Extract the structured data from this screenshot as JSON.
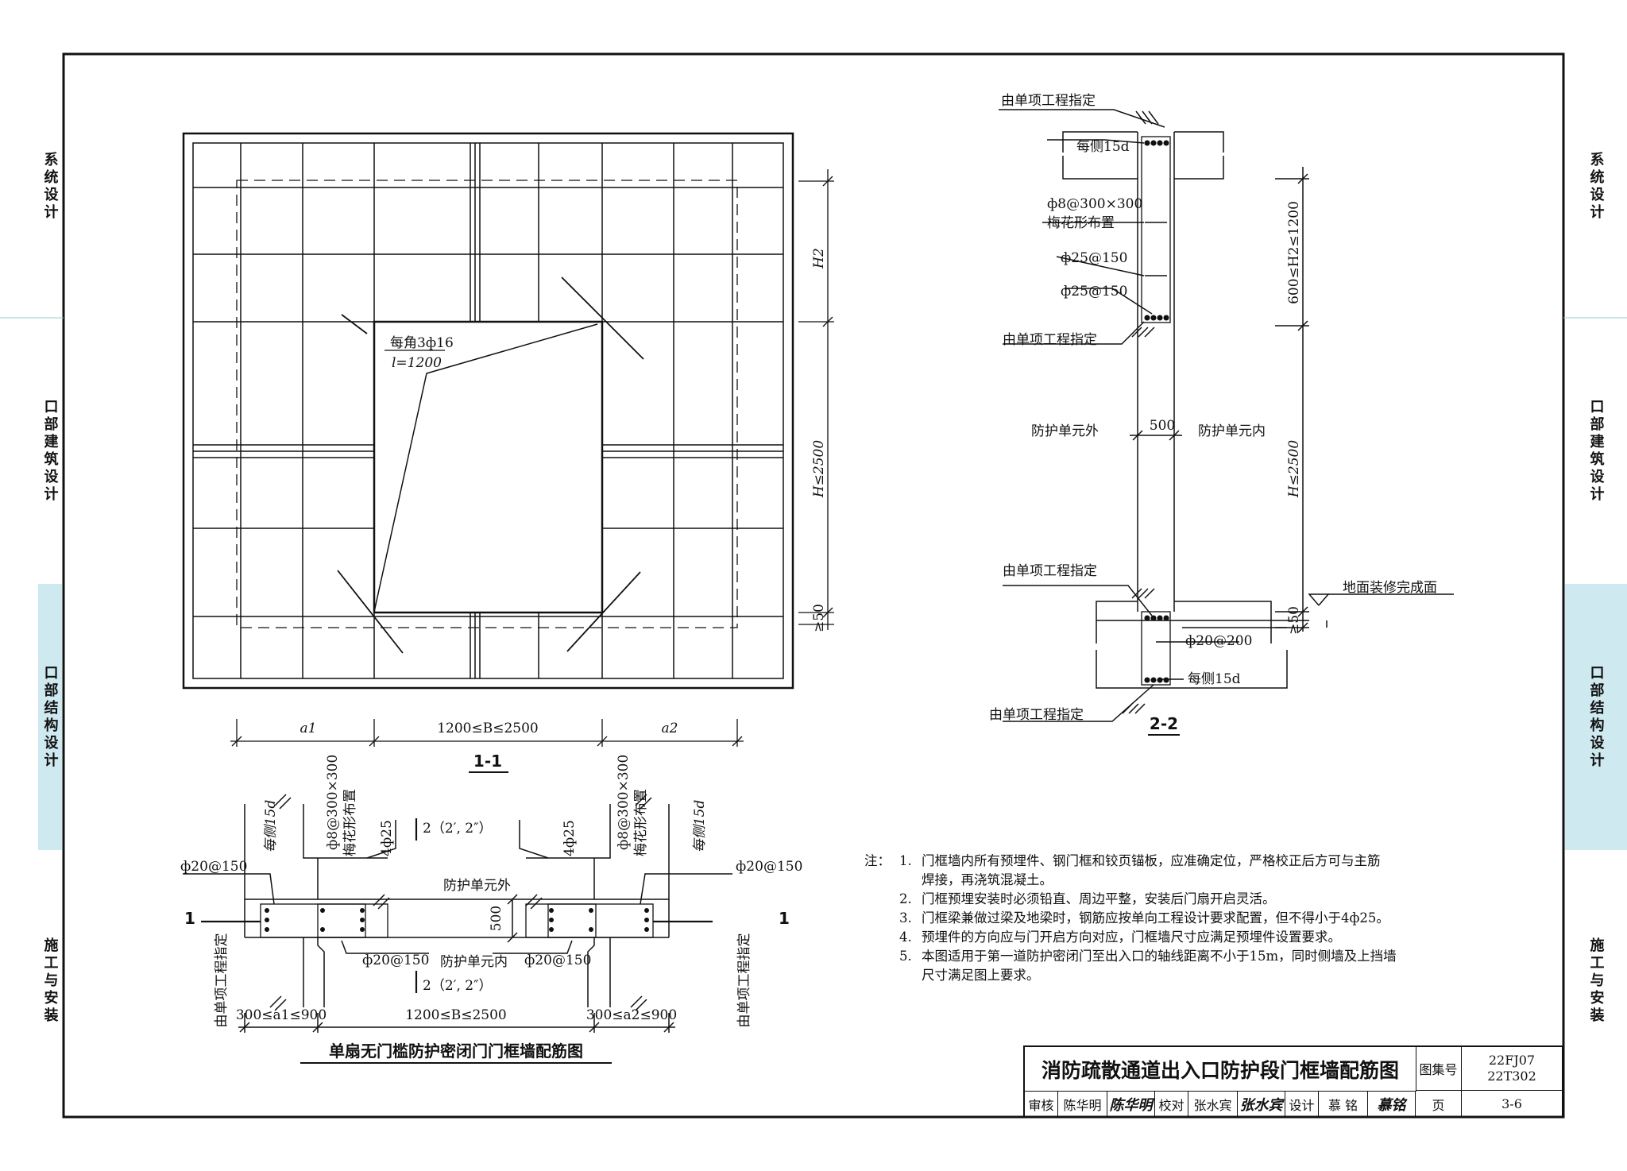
{
  "side_tabs": {
    "left": [
      "系统设计",
      "口部建筑设计",
      "口部结构设计",
      "施工与安装"
    ],
    "right": [
      "系统设计",
      "口部建筑设计",
      "口部结构设计",
      "施工与安装"
    ],
    "active_index": 2
  },
  "elevation": {
    "section_label": "1-1",
    "corner_bar_label": "每角3ф16",
    "corner_bar_length": "l=1200",
    "dim_h2": "H2",
    "dim_h": "H≤2500",
    "dim_50": "≥50",
    "dim_a1": "a1",
    "dim_b": "1200≤B≤2500",
    "dim_a2": "a2"
  },
  "section22": {
    "section_label": "2-2",
    "specified_top": "由单项工程指定",
    "each_side_top": "每侧15d",
    "stirrup": "ф8@300×300",
    "stirrup_layout": "梅花形布置",
    "bar_upper": "ф25@150",
    "bar_lower": "ф25@150",
    "specified_mid": "由单项工程指定",
    "outside": "防护单元外",
    "inside": "防护单元内",
    "thickness": "500",
    "dim_h2_range": "600≤H2≤1200",
    "dim_h": "H≤2500",
    "dim_50": "≥50",
    "specified_floor": "由单项工程指定",
    "floor_finish": "地面装修完成面",
    "bottom_bar": "ф20@200",
    "each_side_bottom": "每侧15d",
    "specified_bottom": "由单项工程指定"
  },
  "plan": {
    "cut_mark": "1",
    "section_mark": "2（2′, 2″）",
    "bar_left": "ф20@150",
    "bar_right": "ф20@150",
    "each_side": "每侧15d",
    "stirrup": "ф8@300×300",
    "stirrup_layout": "梅花形布置",
    "corner_bars": "4ф25",
    "outside": "防护单元外",
    "inside": "防护单元内",
    "thickness": "500",
    "bar_mid_left": "ф20@150",
    "bar_mid_right": "ф20@150",
    "specified": "由单项工程指定",
    "dim_a1": "300≤a1≤900",
    "dim_b": "1200≤B≤2500",
    "dim_a2": "300≤a2≤900",
    "caption": "单扇无门槛防护密闭门门框墙配筋图"
  },
  "notes": {
    "prefix": "注：",
    "items": [
      {
        "num": "1.",
        "text": "门框墙内所有预埋件、钢门框和铰页锚板，应准确定位，严格校正后方可与主筋"
      },
      {
        "num": "",
        "text": "焊接，再浇筑混凝土。"
      },
      {
        "num": "2.",
        "text": "门框预埋安装时必须铅直、周边平整，安装后门扇开启灵活。"
      },
      {
        "num": "3.",
        "text": "门框梁兼做过梁及地梁时，钢筋应按单向工程设计要求配置，但不得小于4ф25。"
      },
      {
        "num": "4.",
        "text": "预埋件的方向应与门开启方向对应，门框墙尺寸应满足预埋件设置要求。"
      },
      {
        "num": "5.",
        "text": "本图适用于第一道防护密闭门至出入口的轴线距离不小于15m，同时侧墙及上挡墙"
      },
      {
        "num": "",
        "text": "尺寸满足图上要求。"
      }
    ]
  },
  "title_block": {
    "title": "消防疏散通道出入口防护段门框墙配筋图",
    "atlas_label": "图集号",
    "atlas_no_1": "22FJ07",
    "atlas_no_2": "22T302",
    "review_label": "审核",
    "review_name": "陈华明",
    "check_label": "校对",
    "check_name": "张水宾",
    "design_label": "设计",
    "design_name": "慕 铭",
    "page_label": "页",
    "page_no": "3-6"
  }
}
